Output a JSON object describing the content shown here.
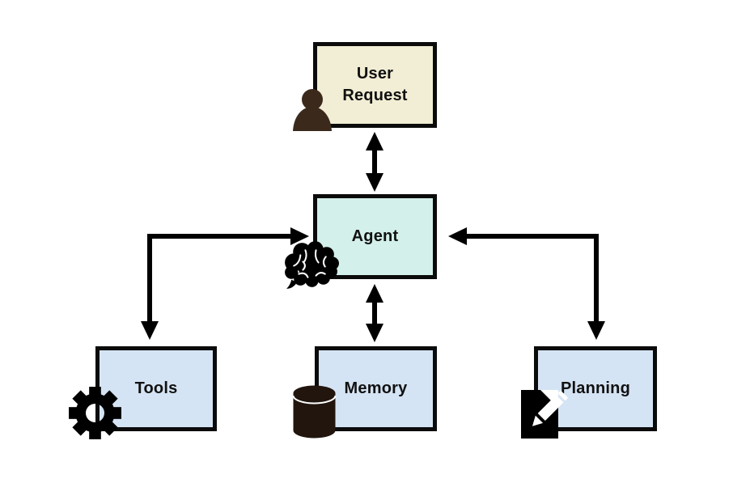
{
  "canvas": {
    "background": "#ffffff"
  },
  "nodes": {
    "user_request": {
      "label": "User Request",
      "fill": "#f2eed5",
      "border": "#0b0b0b",
      "icon": "person-icon"
    },
    "agent": {
      "label": "Agent",
      "fill": "#d3f0ea",
      "border": "#0b0b0b",
      "icon": "brain-icon"
    },
    "tools": {
      "label": "Tools",
      "fill": "#d5e4f4",
      "border": "#0b0b0b",
      "icon": "gear-icon"
    },
    "memory": {
      "label": "Memory",
      "fill": "#d5e4f4",
      "border": "#0b0b0b",
      "icon": "database-icon"
    },
    "planning": {
      "label": "Planning",
      "fill": "#d5e4f4",
      "border": "#0b0b0b",
      "icon": "document-pencil-icon"
    }
  },
  "icon_colors": {
    "person": "#3b2a1b",
    "brain": "#000000",
    "gear": "#000000",
    "database": "#21150e",
    "document_pencil": "#000000"
  },
  "edge_style": {
    "color": "#000000"
  },
  "edges": [
    {
      "from": "user_request",
      "to": "agent",
      "shape": "straight-vertical",
      "arrowheads": "both"
    },
    {
      "from": "agent",
      "to": "memory",
      "shape": "straight-vertical",
      "arrowheads": "both"
    },
    {
      "from": "agent",
      "to": "tools",
      "shape": "elbow",
      "arrowheads": "both"
    },
    {
      "from": "agent",
      "to": "planning",
      "shape": "elbow",
      "arrowheads": "both"
    }
  ]
}
